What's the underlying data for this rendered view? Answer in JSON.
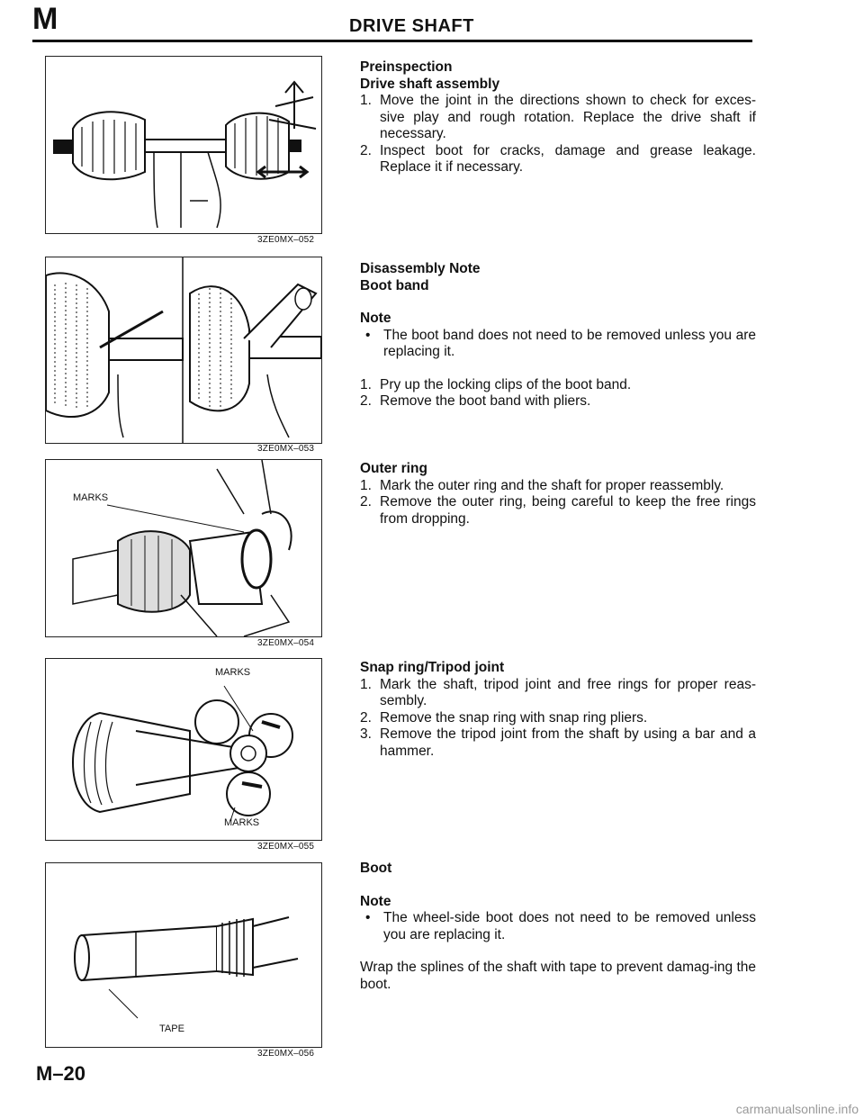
{
  "header": {
    "section_letter": "M",
    "title": "DRIVE SHAFT"
  },
  "figures": {
    "fig1_code": "3ZE0MX–052",
    "fig2_code": "3ZE0MX–053",
    "fig3_code": "3ZE0MX–054",
    "fig3_label": "MARKS",
    "fig4_code": "3ZE0MX–055",
    "fig4_label_top": "MARKS",
    "fig4_label_bottom": "MARKS",
    "fig5_code": "3ZE0MX–056",
    "fig5_label": "TAPE"
  },
  "preinspection": {
    "heading": "Preinspection",
    "subheading": "Drive shaft assembly",
    "items": [
      {
        "num": "1.",
        "text": "Move the joint in the directions shown to check for exces-sive play and rough rotation. Replace the drive shaft if necessary."
      },
      {
        "num": "2.",
        "text": "Inspect boot for cracks, damage and grease leakage. Replace it if necessary."
      }
    ]
  },
  "disassembly": {
    "heading": "Disassembly Note",
    "subheading": "Boot band",
    "note_heading": "Note",
    "note_bullet": "•",
    "note_text": "The boot band does not need to be removed unless you are replacing it.",
    "items": [
      {
        "num": "1.",
        "text": "Pry up the locking clips of the boot band."
      },
      {
        "num": "2.",
        "text": "Remove the boot band with pliers."
      }
    ]
  },
  "outer_ring": {
    "heading": "Outer ring",
    "items": [
      {
        "num": "1.",
        "text": "Mark the outer ring and the shaft for proper reassembly."
      },
      {
        "num": "2.",
        "text": "Remove the outer ring, being careful to keep the free rings from dropping."
      }
    ]
  },
  "snap_ring": {
    "heading": "Snap ring/Tripod joint",
    "items": [
      {
        "num": "1.",
        "text": "Mark the shaft, tripod joint and free rings for proper reas-sembly."
      },
      {
        "num": "2.",
        "text": "Remove the snap ring with snap ring pliers."
      },
      {
        "num": "3.",
        "text": "Remove the tripod joint from the shaft by using a bar and a hammer."
      }
    ]
  },
  "boot": {
    "heading": "Boot",
    "note_heading": "Note",
    "note_bullet": "•",
    "note_text": "The wheel-side boot does not need to be removed unless you are replacing it.",
    "body": "Wrap the splines of the shaft with tape to prevent damag-ing the boot."
  },
  "footer": {
    "page_number": "M–20"
  },
  "watermark": "carmanualsonline.info"
}
